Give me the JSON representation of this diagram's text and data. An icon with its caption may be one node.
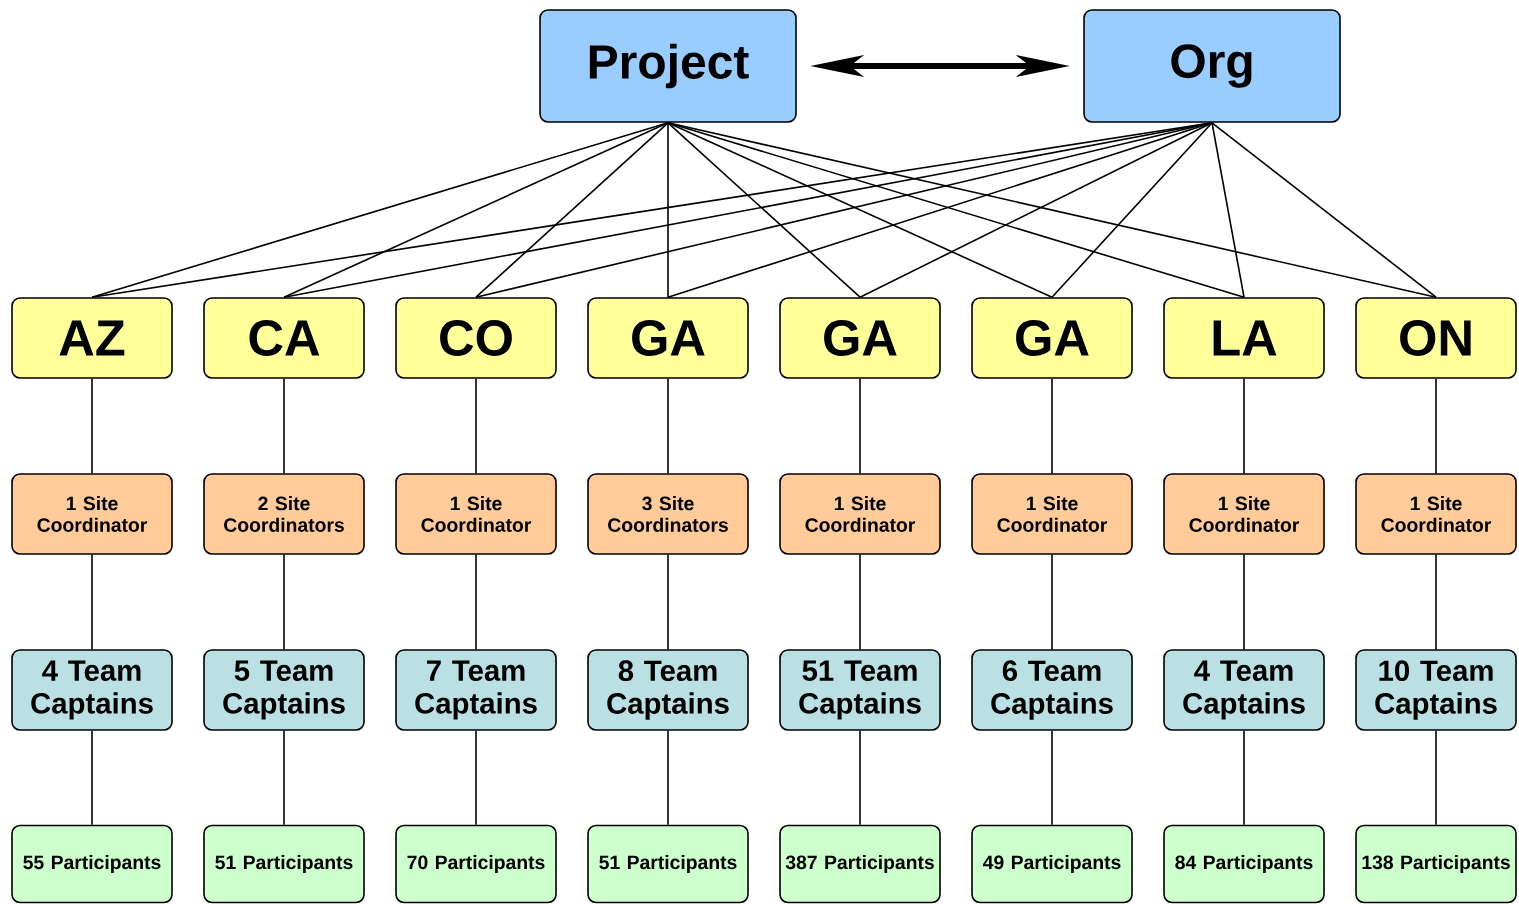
{
  "diagram": {
    "nodes": [
      {
        "text": [
          "Project"
        ]
      },
      {
        "text": [
          "Org"
        ]
      },
      {
        "text": [
          "AZ"
        ]
      },
      {
        "text": [
          "CA"
        ]
      },
      {
        "text": [
          "CO"
        ]
      },
      {
        "text": [
          "GA"
        ]
      },
      {
        "text": [
          "GA"
        ]
      },
      {
        "text": [
          "GA"
        ]
      },
      {
        "text": [
          "LA"
        ]
      },
      {
        "text": [
          "ON"
        ]
      },
      {
        "text": [
          "1 Site Coordinator"
        ]
      },
      {
        "text": [
          "2 Site Coordinators"
        ]
      },
      {
        "text": [
          "1 Site Coordinator"
        ]
      },
      {
        "text": [
          "3 Site Coordinators"
        ]
      },
      {
        "text": [
          "1 Site Coordinator"
        ]
      },
      {
        "text": [
          "1 Site Coordinator"
        ]
      },
      {
        "text": [
          "1 Site Coordinator"
        ]
      },
      {
        "text": [
          "1 Site Coordinator"
        ]
      },
      {
        "text": [
          "4 Team Captains"
        ]
      },
      {
        "text": [
          "5 Team Captains"
        ]
      },
      {
        "text": [
          "7 Team Captains"
        ]
      },
      {
        "text": [
          "8 Team Captains"
        ]
      },
      {
        "text": [
          "51 Team Captains"
        ]
      },
      {
        "text": [
          "6 Team Captains"
        ]
      },
      {
        "text": [
          "4 Team Captains"
        ]
      },
      {
        "text": [
          "10 Team Captains"
        ]
      },
      {
        "text": [
          "55 Participants"
        ]
      },
      {
        "text": [
          "51 Participants"
        ]
      },
      {
        "text": [
          "70 Participants"
        ]
      },
      {
        "text": [
          "51 Participants"
        ]
      },
      {
        "text": [
          "387 Participants"
        ]
      },
      {
        "text": [
          "49 Participants"
        ]
      },
      {
        "text": [
          "84 Participants"
        ]
      },
      {
        "text": [
          "138 Participants"
        ]
      }
    ],
    "edges": [
      {
        "from": 0,
        "to": 1,
        "arrow": "both",
        "style": "thick"
      },
      {
        "from": 0,
        "to": 2,
        "arrow": "none"
      },
      {
        "from": 0,
        "to": 3,
        "arrow": "none"
      },
      {
        "from": 0,
        "to": 4,
        "arrow": "none"
      },
      {
        "from": 0,
        "to": 5,
        "arrow": "none"
      },
      {
        "from": 0,
        "to": 6,
        "arrow": "none"
      },
      {
        "from": 0,
        "to": 7,
        "arrow": "none"
      },
      {
        "from": 0,
        "to": 8,
        "arrow": "none"
      },
      {
        "from": 0,
        "to": 9,
        "arrow": "none"
      },
      {
        "from": 1,
        "to": 2,
        "arrow": "none"
      },
      {
        "from": 1,
        "to": 3,
        "arrow": "none"
      },
      {
        "from": 1,
        "to": 4,
        "arrow": "none"
      },
      {
        "from": 1,
        "to": 5,
        "arrow": "none"
      },
      {
        "from": 1,
        "to": 6,
        "arrow": "none"
      },
      {
        "from": 1,
        "to": 7,
        "arrow": "none"
      },
      {
        "from": 1,
        "to": 8,
        "arrow": "none"
      },
      {
        "from": 1,
        "to": 9,
        "arrow": "none"
      },
      {
        "from": 2,
        "to": 10,
        "arrow": "none"
      },
      {
        "from": 3,
        "to": 11,
        "arrow": "none"
      },
      {
        "from": 4,
        "to": 12,
        "arrow": "none"
      },
      {
        "from": 5,
        "to": 13,
        "arrow": "none"
      },
      {
        "from": 6,
        "to": 14,
        "arrow": "none"
      },
      {
        "from": 7,
        "to": 15,
        "arrow": "none"
      },
      {
        "from": 8,
        "to": 16,
        "arrow": "none"
      },
      {
        "from": 9,
        "to": 17,
        "arrow": "none"
      },
      {
        "from": 10,
        "to": 18,
        "arrow": "none"
      },
      {
        "from": 11,
        "to": 19,
        "arrow": "none"
      },
      {
        "from": 12,
        "to": 20,
        "arrow": "none"
      },
      {
        "from": 13,
        "to": 21,
        "arrow": "none"
      },
      {
        "from": 14,
        "to": 22,
        "arrow": "none"
      },
      {
        "from": 15,
        "to": 23,
        "arrow": "none"
      },
      {
        "from": 16,
        "to": 24,
        "arrow": "none"
      },
      {
        "from": 17,
        "to": 25,
        "arrow": "none"
      },
      {
        "from": 18,
        "to": 26,
        "arrow": "none"
      },
      {
        "from": 19,
        "to": 27,
        "arrow": "none"
      },
      {
        "from": 20,
        "to": 28,
        "arrow": "none"
      },
      {
        "from": 21,
        "to": 29,
        "arrow": "none"
      },
      {
        "from": 22,
        "to": 30,
        "arrow": "none"
      },
      {
        "from": 23,
        "to": 31,
        "arrow": "none"
      },
      {
        "from": 24,
        "to": 32,
        "arrow": "none"
      },
      {
        "from": 25,
        "to": 33,
        "arrow": "none"
      }
    ]
  }
}
